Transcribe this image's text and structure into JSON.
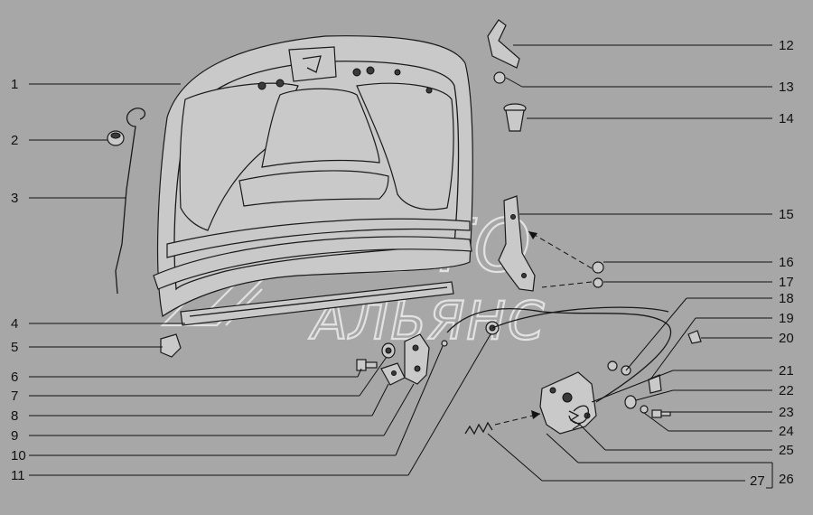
{
  "watermark": {
    "line1": "АВТО",
    "line2": "АЛЬЯНС"
  },
  "callouts": [
    {
      "id": "1",
      "label": "1"
    },
    {
      "id": "2",
      "label": "2"
    },
    {
      "id": "3",
      "label": "3"
    },
    {
      "id": "4",
      "label": "4"
    },
    {
      "id": "5",
      "label": "5"
    },
    {
      "id": "6",
      "label": "6"
    },
    {
      "id": "7",
      "label": "7"
    },
    {
      "id": "8",
      "label": "8"
    },
    {
      "id": "9",
      "label": "9"
    },
    {
      "id": "10",
      "label": "10"
    },
    {
      "id": "11",
      "label": "11"
    },
    {
      "id": "12",
      "label": "12"
    },
    {
      "id": "13",
      "label": "13"
    },
    {
      "id": "14",
      "label": "14"
    },
    {
      "id": "15",
      "label": "15"
    },
    {
      "id": "16",
      "label": "16"
    },
    {
      "id": "17",
      "label": "17"
    },
    {
      "id": "18",
      "label": "18"
    },
    {
      "id": "19",
      "label": "19"
    },
    {
      "id": "20",
      "label": "20"
    },
    {
      "id": "21",
      "label": "21"
    },
    {
      "id": "22",
      "label": "22"
    },
    {
      "id": "23",
      "label": "23"
    },
    {
      "id": "24",
      "label": "24"
    },
    {
      "id": "25",
      "label": "25"
    },
    {
      "id": "26",
      "label": "26"
    },
    {
      "id": "27",
      "label": "27"
    }
  ]
}
